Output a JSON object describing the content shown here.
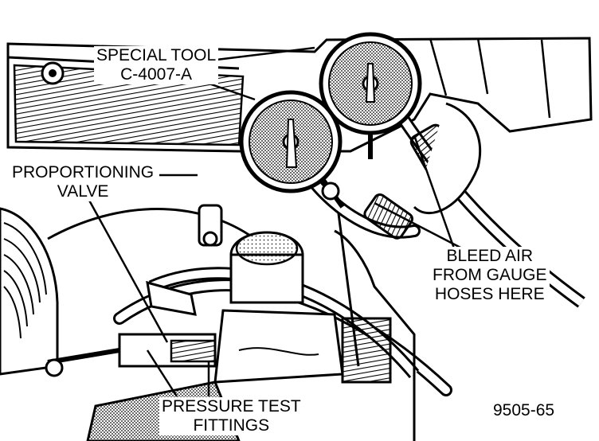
{
  "labels": {
    "special_tool_line1": "SPECIAL TOOL",
    "special_tool_line2": "C-4007-A",
    "proportioning_line1": "PROPORTIONING",
    "proportioning_line2": "VALVE",
    "bleed_line1": "BLEED AIR",
    "bleed_line2": "FROM GAUGE",
    "bleed_line3": "HOSES HERE",
    "pressure_line1": "PRESSURE TEST",
    "pressure_line2": "FITTINGS",
    "figure_number": "9505-65"
  },
  "colors": {
    "ink": "#000000",
    "paper": "#ffffff",
    "shade": "#b8b8b8"
  }
}
